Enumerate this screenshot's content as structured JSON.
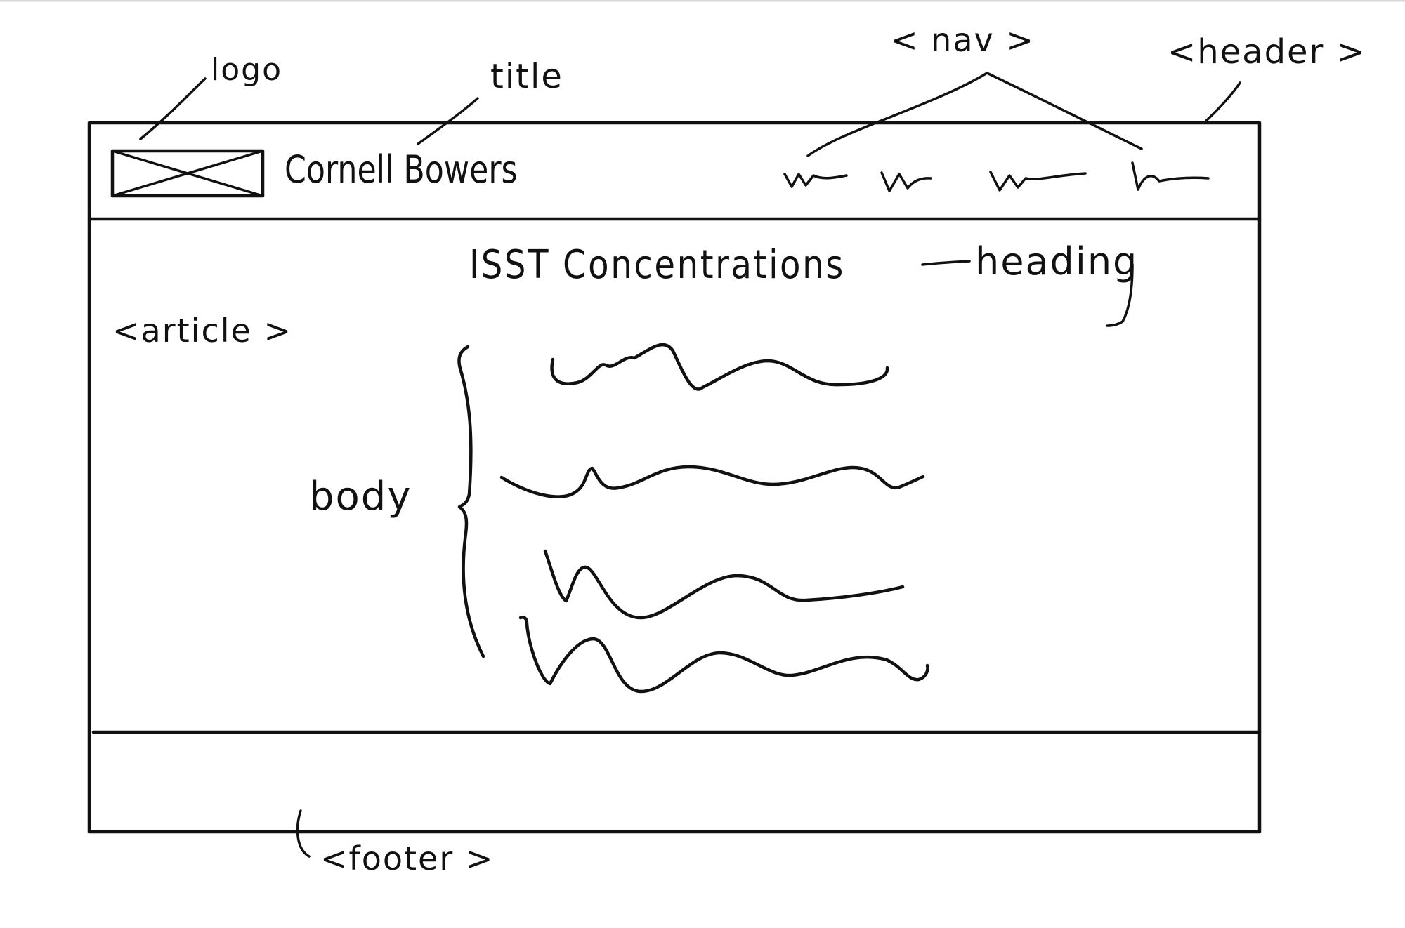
{
  "sketch": {
    "ink_color": "#111111",
    "annotations": {
      "logo": "logo",
      "title": "title",
      "nav": "< nav >",
      "header": "<header >",
      "heading": "heading",
      "article": "<article >",
      "body": "body",
      "footer": "<footer >"
    },
    "header": {
      "site_title": "Cornell Bowers",
      "logo_placeholder": "image-placeholder-icon",
      "nav_item_count": 4
    },
    "article": {
      "heading_text": "ISST Concentrations",
      "body_line_count": 4
    }
  }
}
